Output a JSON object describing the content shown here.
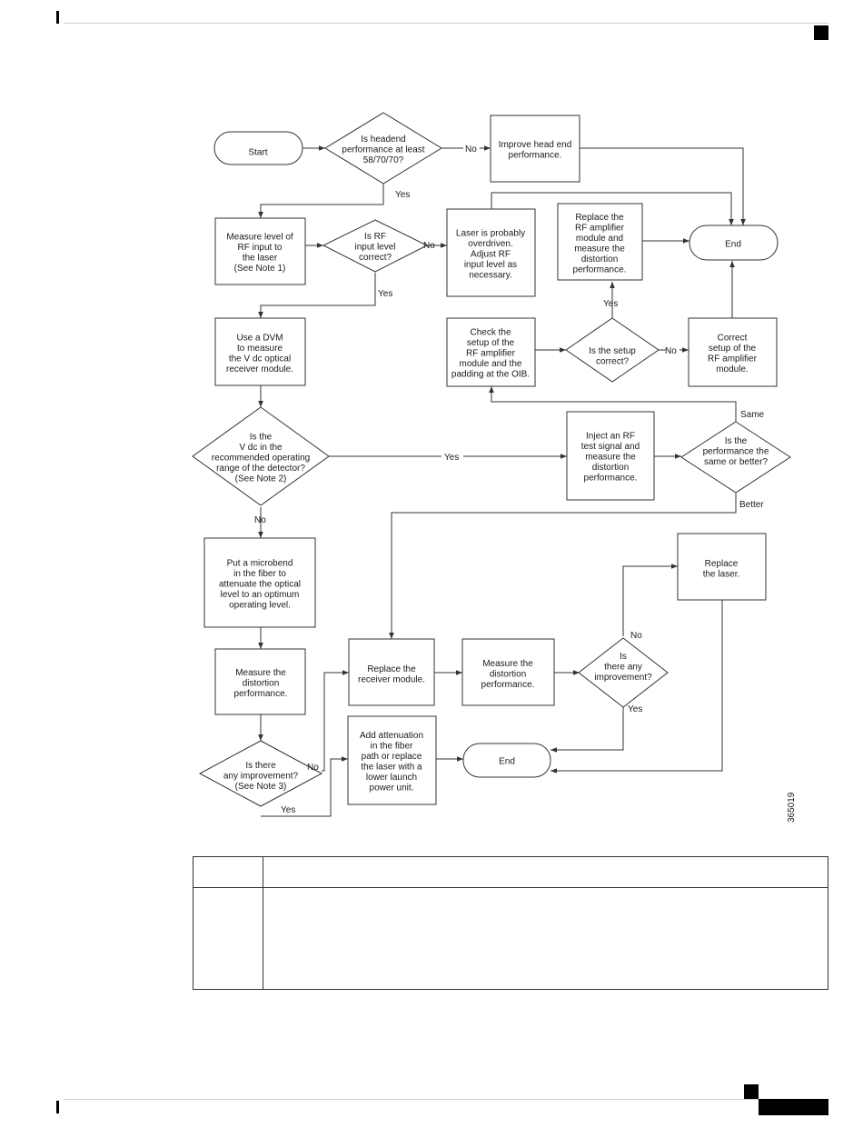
{
  "diagram": {
    "nodes": [
      {
        "id": "start",
        "label": [
          "Start"
        ]
      },
      {
        "id": "q_headend",
        "label": [
          "Is headend",
          "performance at least",
          "58/70/70?"
        ]
      },
      {
        "id": "improve_headend",
        "label": [
          "Improve head end",
          "performance."
        ]
      },
      {
        "id": "measure_rf",
        "label": [
          "Measure level of",
          "RF input to",
          "the laser",
          "(See Note 1)"
        ]
      },
      {
        "id": "q_rf_correct",
        "label": [
          "Is RF",
          "input level",
          "correct?"
        ]
      },
      {
        "id": "laser_overdriven",
        "label": [
          "Laser is probably",
          "overdriven.",
          "Adjust RF",
          "input level as",
          "necessary."
        ]
      },
      {
        "id": "replace_rf_amp",
        "label": [
          "Replace the",
          "RF amplifier",
          "module and",
          "measure the",
          "distortion",
          "performance."
        ]
      },
      {
        "id": "end1",
        "label": [
          "End"
        ]
      },
      {
        "id": "use_dvm",
        "label": [
          "Use a DVM",
          "to measure",
          "the V dc optical",
          "receiver module."
        ]
      },
      {
        "id": "check_setup",
        "label": [
          "Check the",
          "setup of the",
          "RF amplifier",
          "module and the",
          "padding at the OIB."
        ]
      },
      {
        "id": "q_setup_correct",
        "label": [
          "Is the setup",
          "correct?"
        ]
      },
      {
        "id": "correct_setup",
        "label": [
          "Correct",
          "setup of the",
          "RF amplifier",
          "module."
        ]
      },
      {
        "id": "q_vdc_range",
        "label": [
          "Is the",
          "V dc in the",
          "recommended operating",
          "range of the detector?",
          "(See Note 2)"
        ]
      },
      {
        "id": "inject_rf",
        "label": [
          "Inject an RF",
          "test signal and",
          "measure the",
          "distortion",
          "performance."
        ]
      },
      {
        "id": "q_same_better",
        "label": [
          "Is the",
          "performance the",
          "same or better?"
        ]
      },
      {
        "id": "microbend",
        "label": [
          "Put a microbend",
          "in the fiber to",
          "attenuate the optical",
          "level to an optimum",
          "operating level."
        ]
      },
      {
        "id": "replace_laser",
        "label": [
          "Replace",
          "the laser."
        ]
      },
      {
        "id": "measure_dist",
        "label": [
          "Measure the",
          "distortion",
          "performance."
        ]
      },
      {
        "id": "replace_receiver",
        "label": [
          "Replace the",
          "receiver module."
        ]
      },
      {
        "id": "measure_dist2",
        "label": [
          "Measure the",
          "distortion",
          "performance."
        ]
      },
      {
        "id": "q_any_improve",
        "label": [
          "Is",
          "there any",
          "improvement?"
        ]
      },
      {
        "id": "q_improve_note3",
        "label": [
          "Is there",
          "any improvement?",
          "(See Note 3)"
        ]
      },
      {
        "id": "add_attenuation",
        "label": [
          "Add attenuation",
          "in the fiber",
          "path or replace",
          "the laser with a",
          "lower launch",
          "power unit."
        ]
      },
      {
        "id": "end2",
        "label": [
          "End"
        ]
      }
    ],
    "edge_labels": {
      "no": "No",
      "yes": "Yes",
      "same": "Same",
      "better": "Better"
    },
    "figure_id": "365019"
  },
  "notes_table": {
    "rows": [
      [
        "",
        ""
      ],
      [
        "",
        ""
      ]
    ]
  }
}
